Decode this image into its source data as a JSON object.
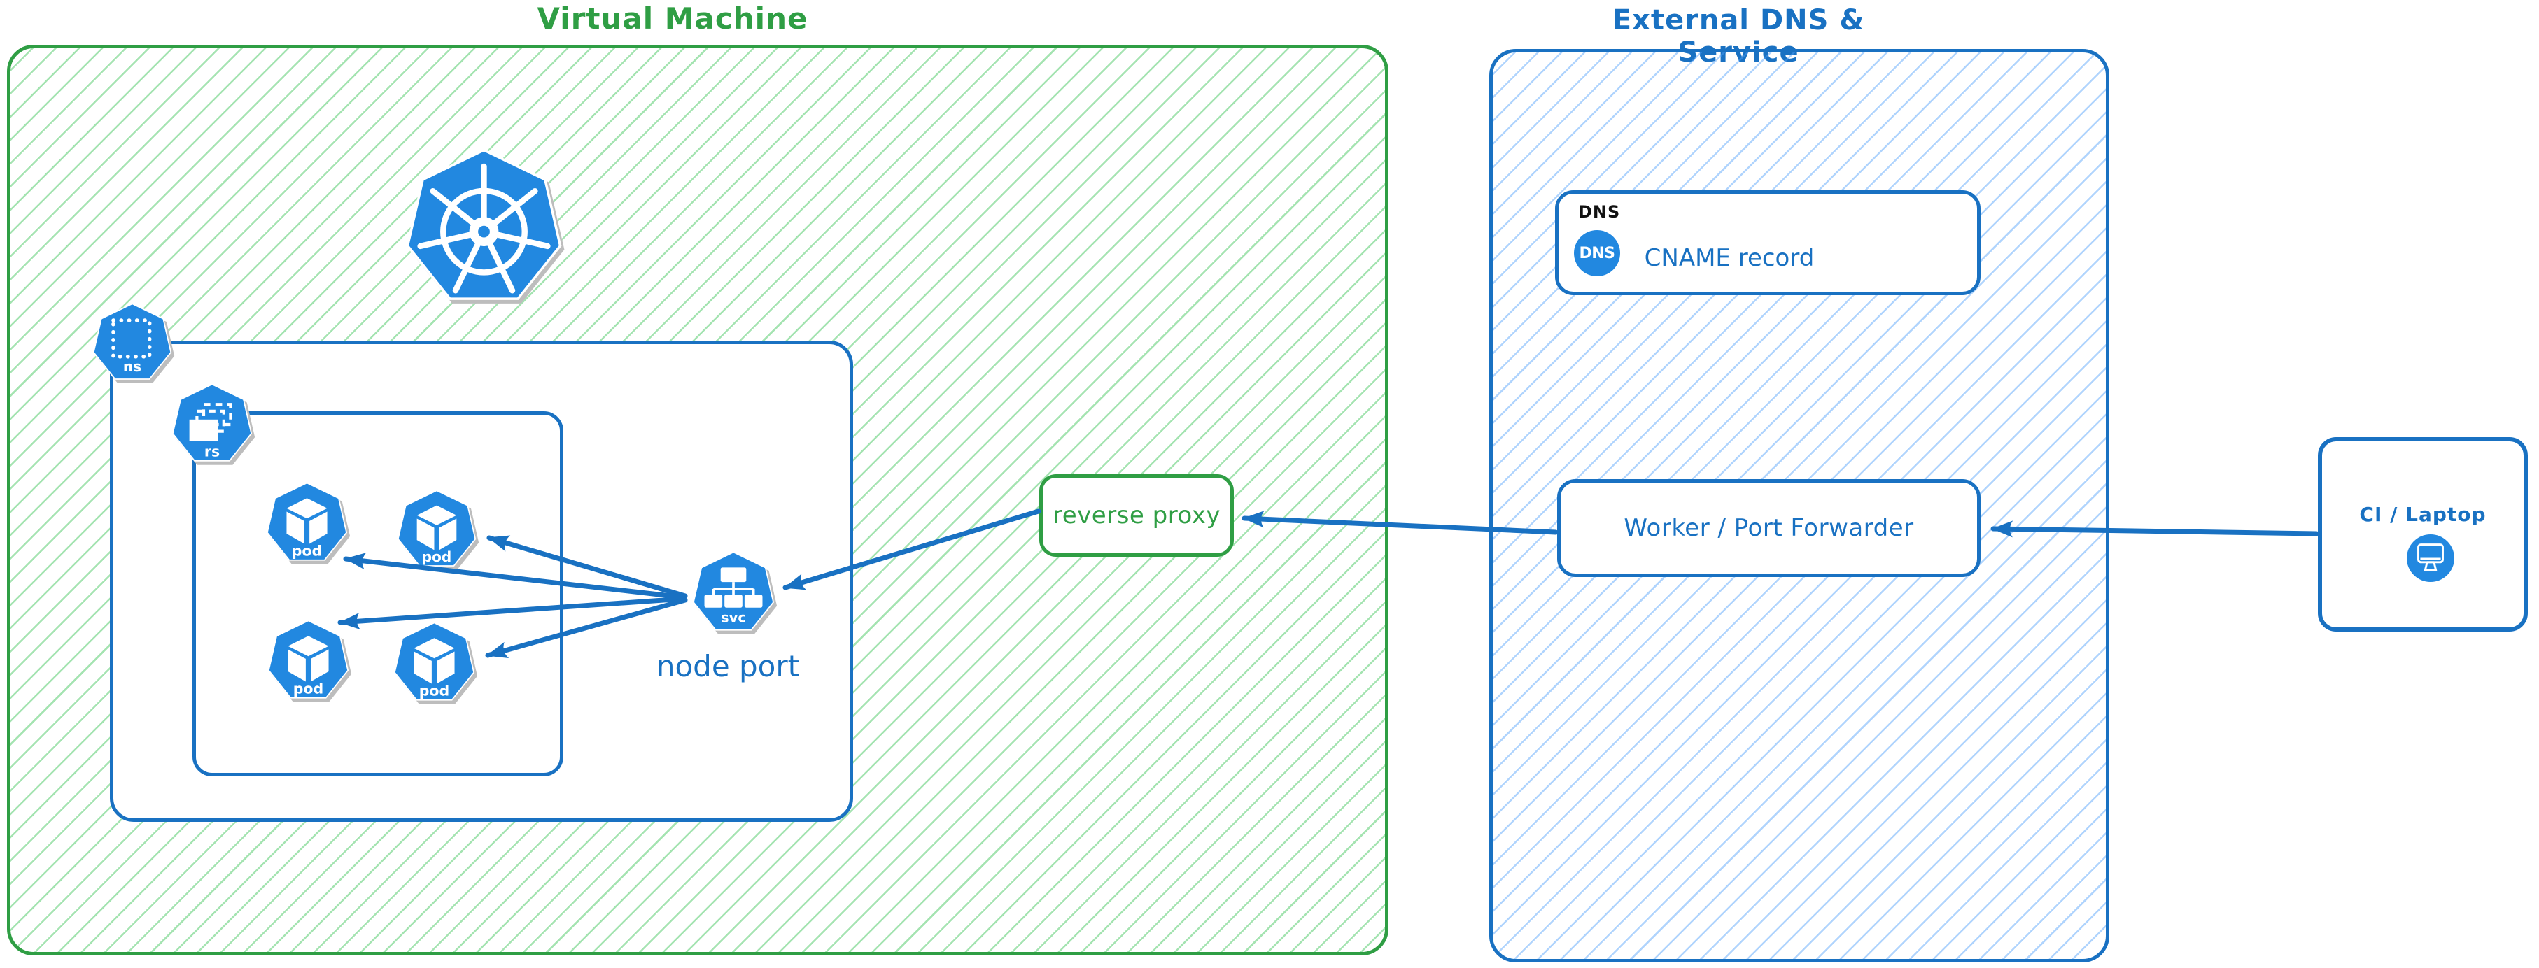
{
  "colors": {
    "green_stroke": "#2f9e44",
    "blue_stroke": "#1971c2",
    "icon_blue": "#2288e0",
    "hatch_green": "rgba(75,200,100,0.5)",
    "hatch_blue": "rgba(80,160,250,0.45)",
    "dns_corner_black": "#111111"
  },
  "virtual_machine": {
    "title": "Virtual Machine",
    "namespace_icon_label": "ns",
    "replicaset_icon_label": "rs",
    "pod_labels": [
      "pod",
      "pod",
      "pod",
      "pod"
    ],
    "service_icon_label": "svc",
    "node_port_label": "node port",
    "reverse_proxy_label": "reverse proxy"
  },
  "external_dns": {
    "title": "External DNS & Service",
    "dns_card": {
      "corner_label": "DNS",
      "badge_label": "DNS",
      "record_label": "CNAME record"
    },
    "worker_label": "Worker / Port Forwarder"
  },
  "client": {
    "label": "CI / Laptop"
  }
}
